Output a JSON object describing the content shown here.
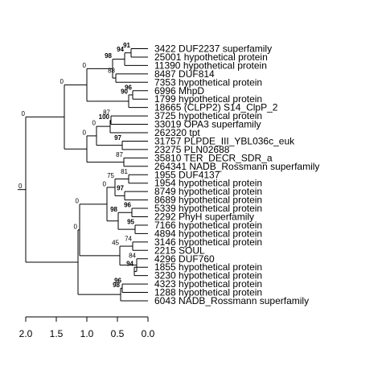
{
  "tree": {
    "type": "dendrogram",
    "axis_ticks": [
      "2.0",
      "1.5",
      "1.0",
      "0.5",
      "0.0"
    ],
    "axis_max": 2.0,
    "leaves": [
      "3422 DUF2237 superfamily",
      "25001 hypothetical protein",
      "11390 hypothetical protein",
      "8487 DUF814",
      "7353 hypothetical protein",
      "6996 MhpD",
      "1799 hypothetical protein",
      "18665 (CLPP2) S14_ClpP_2",
      "3725 hypothetical protein",
      "33019 OPA3 superfamily",
      "262320 tpt",
      "31757 PLPDE_III_YBL036c_euk",
      "23275 PLN02688",
      "35810 TER_DECR_SDR_a",
      "264341 NADB_Rossmann superfamily",
      "1955 DUF4137",
      "1954 hypothetical protein",
      "8749 hypothetical protein",
      "8689 hypothetical protein",
      "5339 hypothetical protein",
      "2292 PhyH superfamily",
      "7166 hypothetical protein",
      "4894 hypothetical protein",
      "3146 hypothetical protein",
      "2215 SOUL",
      "4296 DUF760",
      "1855 hypothetical protein",
      "3230 hypothetical protein",
      "4323 hypothetical protein",
      "1288 hypothetical protein",
      "6043 NADB_Rossmann superfamily"
    ],
    "support_labels": [
      {
        "node": "n2",
        "text": "91",
        "bold": true
      },
      {
        "node": "n3",
        "text": "94",
        "bold": true
      },
      {
        "node": "n4",
        "text": "98",
        "bold": true
      },
      {
        "node": "n5",
        "text": "88",
        "bold": false
      },
      {
        "node": "n6",
        "text": "96",
        "bold": true
      },
      {
        "node": "n7",
        "text": "90",
        "bold": true
      },
      {
        "node": "n8",
        "text": "0",
        "bold": false
      },
      {
        "node": "n9",
        "text": "0",
        "bold": false
      },
      {
        "node": "n10",
        "text": "87",
        "bold": false
      },
      {
        "node": "n11",
        "text": "100",
        "bold": true
      },
      {
        "node": "n12",
        "text": "97",
        "bold": true
      },
      {
        "node": "n13",
        "text": "0",
        "bold": false
      },
      {
        "node": "n14",
        "text": "87",
        "bold": false
      },
      {
        "node": "n15",
        "text": "0",
        "bold": false
      },
      {
        "node": "n16",
        "text": "0",
        "bold": false
      },
      {
        "node": "n17",
        "text": "81",
        "bold": false
      },
      {
        "node": "n18",
        "text": "97",
        "bold": true
      },
      {
        "node": "n19",
        "text": "75",
        "bold": false
      },
      {
        "node": "n20",
        "text": "96",
        "bold": true
      },
      {
        "node": "n21",
        "text": "95",
        "bold": true
      },
      {
        "node": "n22",
        "text": "98",
        "bold": true
      },
      {
        "node": "n23",
        "text": "0",
        "bold": false
      },
      {
        "node": "n24",
        "text": "74",
        "bold": false
      },
      {
        "node": "n25",
        "text": "94",
        "bold": true
      },
      {
        "node": "n26",
        "text": "84",
        "bold": false
      },
      {
        "node": "n27",
        "text": "45",
        "bold": false
      },
      {
        "node": "n28",
        "text": "0",
        "bold": false
      },
      {
        "node": "n29",
        "text": "96",
        "bold": true
      },
      {
        "node": "n30",
        "text": "98",
        "bold": true
      },
      {
        "node": "n31",
        "text": "0",
        "bold": false
      },
      {
        "node": "n32",
        "text": "0",
        "bold": false
      }
    ]
  }
}
